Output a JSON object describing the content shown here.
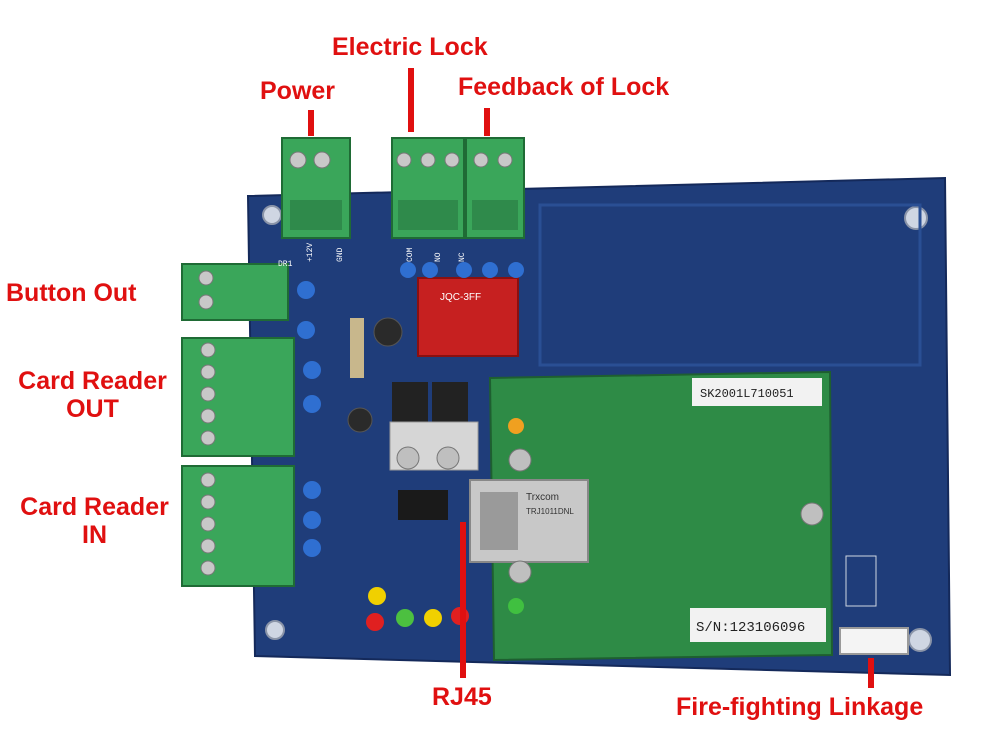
{
  "labels": {
    "electric_lock": "Electric Lock",
    "power": "Power",
    "feedback_of_lock": "Feedback of Lock",
    "button_out": "Button Out",
    "card_reader_out_line1": "Card Reader",
    "card_reader_out_line2": "OUT",
    "card_reader_in_line1": "Card Reader",
    "card_reader_in_line2": "IN",
    "rj45": "RJ45",
    "fire_fighting_linkage": "Fire-fighting Linkage"
  },
  "board_text": {
    "sku_sticker": "SK2001L710051",
    "serial_sticker": "S/N:123106096",
    "relay_brand": "JQC-3FF",
    "rj45_brand": "Trxcom",
    "rj45_model": "TRJ1011DNL",
    "silk_power_plus": "+12V",
    "silk_gnd": "GND",
    "silk_com": "COM",
    "silk_no": "NO",
    "silk_nc": "NC",
    "silk_dr1": "DR1"
  },
  "colors": {
    "label_red": "#e01010",
    "pcb_blue": "#1f3d7a",
    "terminal_green": "#3aa65a",
    "network_board_green": "#2e8b46"
  }
}
